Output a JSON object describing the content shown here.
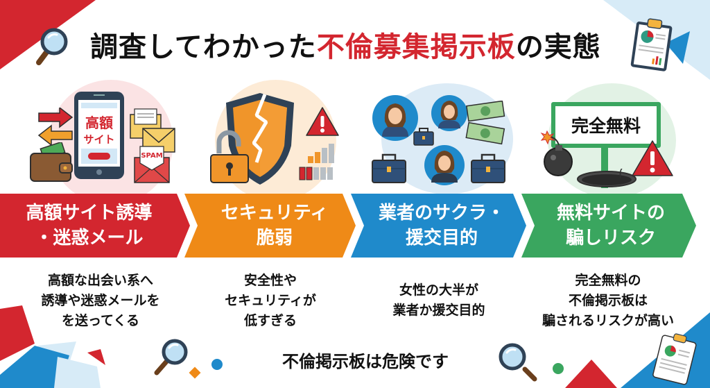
{
  "header": {
    "title_prefix": "調査してわかった",
    "title_highlight": "不倫募集掲示板",
    "title_suffix": "の実態",
    "icons": [
      "magnifier-icon",
      "clipboard-report-icon"
    ]
  },
  "colors": {
    "red": "#d3262f",
    "orange": "#ef8a17",
    "blue": "#1f8acb",
    "green": "#3aa65f",
    "light_blue_bg": "#d7ebf7",
    "text": "#111111"
  },
  "steps": [
    {
      "id": "high-price",
      "color": "#d3262f",
      "illustration": {
        "phone_screen_line1": "高額",
        "phone_screen_line2": "サイト",
        "spam_label": "SPAM",
        "icons": [
          "arrows-icon",
          "wallet-icon",
          "smartphone-icon",
          "envelope-icon",
          "spam-mail-icon"
        ]
      },
      "banner_line1": "高額サイト誘導",
      "banner_line2": "・迷惑メール",
      "desc": [
        "高額な出会い系へ",
        "誘導や迷惑メールを",
        "を送ってくる"
      ]
    },
    {
      "id": "security",
      "color": "#ef8a17",
      "illustration": {
        "icons": [
          "broken-shield-icon",
          "unlocked-padlock-icon",
          "warning-icon",
          "weak-signal-bars-icon"
        ]
      },
      "banner_line1": "セキュリティ",
      "banner_line2": "脆弱",
      "desc": [
        "安全性や",
        "セキュリティが",
        "低すぎる"
      ]
    },
    {
      "id": "sakura",
      "color": "#1f8acb",
      "illustration": {
        "icons": [
          "businesswoman-avatar-icon",
          "briefcase-icon",
          "banknote-icon"
        ]
      },
      "banner_line1": "業者のサクラ・",
      "banner_line2": "援交目的",
      "desc": [
        "女性の大半が",
        "業者か援交目的"
      ]
    },
    {
      "id": "free-scam",
      "color": "#3aa65f",
      "illustration": {
        "sign_text": "完全無料",
        "icons": [
          "signboard-icon",
          "bomb-icon",
          "pitfall-hole-icon",
          "warning-icon"
        ]
      },
      "banner_line1": "無料サイトの",
      "banner_line2": "騙しリスク",
      "desc": [
        "完全無料の",
        "不倫掲示板は",
        "騙されるリスクが高い"
      ]
    }
  ],
  "footer": {
    "text": "不倫掲示板は危険です"
  }
}
